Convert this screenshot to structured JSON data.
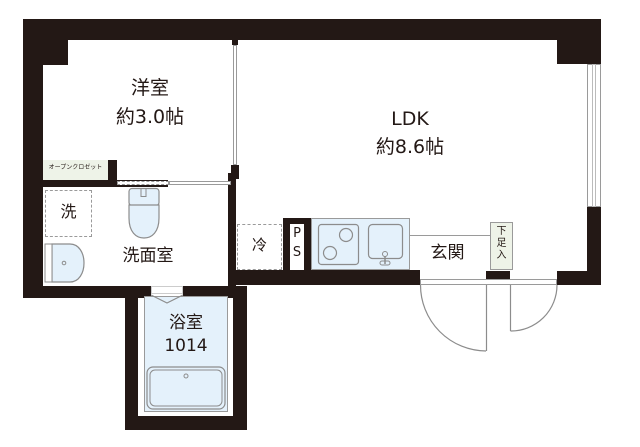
{
  "floor_plan": {
    "rooms": {
      "western_room": {
        "name": "洋室",
        "size": "約3.0帖"
      },
      "ldk": {
        "name": "LDK",
        "size": "約8.6帖"
      },
      "washroom": {
        "name": "洗面室"
      },
      "bathroom": {
        "name": "浴室",
        "size": "1014"
      },
      "entrance": {
        "name": "玄関"
      }
    },
    "labels": {
      "open_closet": "オープンクロゼット",
      "washer_space": "洗",
      "fridge_space": "冷",
      "pipe_space_p": "P",
      "pipe_space_s": "S",
      "shoe_box": "下足入"
    },
    "colors": {
      "wall": "#231815",
      "fixture_fill": "#e4f1fb",
      "fixture_stroke": "#8c8c8c",
      "closet_fill": "#eef3e8"
    }
  }
}
